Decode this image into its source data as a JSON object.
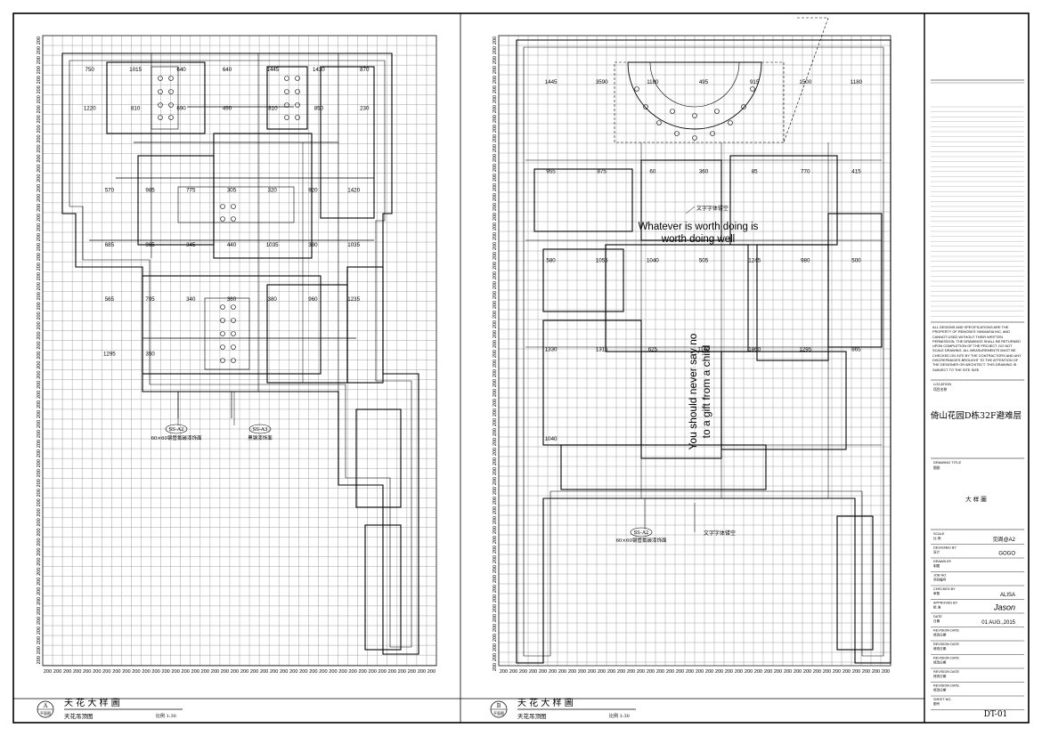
{
  "sheet_title_line": "天 花 大 样 圖",
  "panels": [
    {
      "key": "A",
      "grid_label": "200",
      "marker_letter": "A",
      "marker_sub": "平面图",
      "title": "天 花 大 样 圖",
      "subtitle": "天花吊顶图",
      "scale": "比例 1:30",
      "dims_top": [
        "750",
        "1015",
        "640",
        "640",
        "1445",
        "1430",
        "870",
        "1220",
        "810",
        "690",
        "490",
        "810",
        "850",
        "230"
      ],
      "dims_mid": [
        "570",
        "985",
        "775",
        "305",
        "320",
        "920",
        "1420",
        "685",
        "965",
        "345",
        "440",
        "1035",
        "380",
        "1035",
        "565",
        "795",
        "340",
        "360",
        "380",
        "960",
        "1235",
        "1295",
        "350"
      ],
      "callouts": [
        {
          "tag": "SS-A2",
          "note": "60×60钢管氟碳漆饰面"
        },
        {
          "tag": "SS-A3",
          "note": "黑钢漆饰面"
        }
      ]
    },
    {
      "key": "B",
      "grid_label": "200",
      "marker_letter": "B",
      "marker_sub": "平面图",
      "title": "天 花 大 样 圖",
      "subtitle": "天花吊顶图",
      "scale": "比例 1:30",
      "dims_top": [
        "1445",
        "3590",
        "1180",
        "495",
        "915",
        "1500",
        "1180",
        "955",
        "875",
        "60",
        "360",
        "85",
        "770",
        "415",
        "580",
        "1055",
        "1040",
        "505",
        "1245",
        "980",
        "500",
        "1330",
        "1315",
        "625",
        "1140",
        "1860",
        "1295",
        "865",
        "1040"
      ],
      "texts": [
        {
          "id": "motto1",
          "line1": "Whatever is worth doing is",
          "line2": "worth doing well"
        },
        {
          "id": "motto2",
          "line1": "You should never say no",
          "line2": "to a gift from a child"
        }
      ],
      "annotations": [
        "文字字体镂空",
        "文字字体镂空"
      ],
      "callouts": [
        {
          "tag": "SS-A2",
          "note": "60×60钢管氟碳漆饰面"
        }
      ]
    }
  ],
  "title_block": {
    "disclaimer": "ALL DESIGNS AND SPECIFICATIONS ARE THE PROPERTY OF REMODES YANMASIA INC. AND CANNOT USED WITHOUT THEIR WRITTEN PERMISSION. THE DRAWINGS SHALL BE RETURNED UPON COMPLETION OF THE PROJECT. DO NOT SCALE DRAWING. ALL MEASUREMENTS MUST BE CHECKED ON SITE BY THE CONTRACTORS AND ANY DISCREPANCIES BROUGHT TO THE ATTENTION OF THE DESIGNER OR ARCHITECT. THIS DRAWING IS SUBJECT TO THE SITE SIZE.",
    "location_label": "LOCATION",
    "location_label_cn": "项目名称",
    "project_name": "倚山花园D栋32F避难层",
    "drawing_title_label": "DRAWING TITLE",
    "drawing_title_label_cn": "图纸",
    "drawing_title": "大 样 圖",
    "rows": [
      {
        "label": "SCALE",
        "label_cn": "比 例",
        "value": "见周@A2"
      },
      {
        "label": "DESIGNED BY",
        "label_cn": "设计",
        "value": "GOGO"
      },
      {
        "label": "DRAWN BY",
        "label_cn": "制图",
        "value": ""
      },
      {
        "label": "JOB NO.",
        "label_cn": "项目编号",
        "value": ""
      },
      {
        "label": "CHECKED BY",
        "label_cn": "审核",
        "value": "ALISA"
      },
      {
        "label": "APPROVED BY",
        "label_cn": "批 准",
        "value": "Jason"
      },
      {
        "label": "DATE",
        "label_cn": "日期",
        "value": "01 AUG.,2015"
      },
      {
        "label": "REVISION DATE",
        "label_cn": "修改日期",
        "value": ""
      },
      {
        "label": "REVISION DATE",
        "label_cn": "修改日期",
        "value": ""
      },
      {
        "label": "REVISION DATE",
        "label_cn": "修改日期",
        "value": ""
      },
      {
        "label": "REVISION DATE",
        "label_cn": "修改日期",
        "value": ""
      },
      {
        "label": "REVISION DATE",
        "label_cn": "修改日期",
        "value": ""
      },
      {
        "label": "SHEET NO.",
        "label_cn": "图号",
        "value": "DT-01"
      }
    ]
  }
}
